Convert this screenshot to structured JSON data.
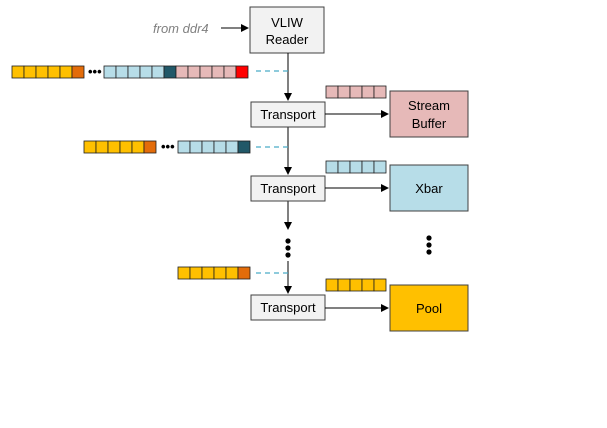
{
  "source_label": "from ddr4",
  "reader": {
    "line1": "VLIW",
    "line2": "Reader"
  },
  "transports": [
    {
      "label": "Transport"
    },
    {
      "label": "Transport"
    },
    {
      "label": "Transport"
    }
  ],
  "targets": {
    "stream_buffer": {
      "line1": "Stream",
      "line2": "Buffer"
    },
    "xbar": {
      "label": "Xbar"
    },
    "pool": {
      "label": "Pool"
    }
  },
  "ellipsis": "•••",
  "colors": {
    "orange": "#ffc000",
    "dark_orange": "#e36c0a",
    "light_blue": "#b7dde8",
    "dark_teal": "#215868",
    "pink": "#e6b9b8",
    "red": "#ff0000",
    "box_gray": "#f2f2f2",
    "dashed_green": "#4bacc6"
  }
}
